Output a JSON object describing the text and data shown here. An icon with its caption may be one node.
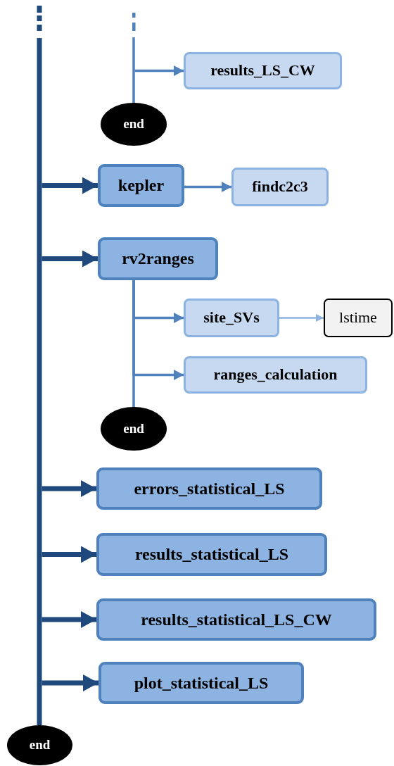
{
  "diagram": {
    "nodes": [
      {
        "text": [
          "results_LS_CW"
        ]
      },
      {
        "text": [
          "end"
        ]
      },
      {
        "text": [
          "kepler"
        ]
      },
      {
        "text": [
          "findc2c3"
        ]
      },
      {
        "text": [
          "rv2ranges"
        ]
      },
      {
        "text": [
          "site_SVs"
        ]
      },
      {
        "text": [
          "lstime"
        ]
      },
      {
        "text": [
          "ranges_calculation"
        ]
      },
      {
        "text": [
          "end"
        ]
      },
      {
        "text": [
          "errors_statistical_LS"
        ]
      },
      {
        "text": [
          "results_statistical_LS"
        ]
      },
      {
        "text": [
          "results_statistical_LS_CW"
        ]
      },
      {
        "text": [
          "plot_statistical_LS"
        ]
      },
      {
        "text": [
          "end"
        ]
      }
    ],
    "edges": [
      {
        "from": null,
        "to": 0,
        "arrow": "to",
        "color": "#4f81bd"
      },
      {
        "from": null,
        "to": 1,
        "arrow": "none",
        "color": "#4f81bd"
      },
      {
        "from": null,
        "to": 2,
        "arrow": "to",
        "style": "thick"
      },
      {
        "from": 2,
        "to": 3,
        "arrow": "to",
        "color": "#4f81bd"
      },
      {
        "from": null,
        "to": 4,
        "arrow": "to",
        "style": "thick"
      },
      {
        "from": 4,
        "to": 5,
        "arrow": "to",
        "color": "#4f81bd"
      },
      {
        "from": 5,
        "to": 6,
        "arrow": "to",
        "color": "#8db3e2"
      },
      {
        "from": 4,
        "to": 7,
        "arrow": "to",
        "color": "#4f81bd"
      },
      {
        "from": 4,
        "to": 8,
        "arrow": "none",
        "color": "#4f81bd"
      },
      {
        "from": null,
        "to": 9,
        "arrow": "to",
        "style": "thick"
      },
      {
        "from": null,
        "to": 10,
        "arrow": "to",
        "style": "thick"
      },
      {
        "from": null,
        "to": 11,
        "arrow": "to",
        "style": "thick"
      },
      {
        "from": null,
        "to": 12,
        "arrow": "to",
        "style": "thick"
      },
      {
        "from": null,
        "to": 13,
        "arrow": "none",
        "style": "thick"
      }
    ]
  }
}
